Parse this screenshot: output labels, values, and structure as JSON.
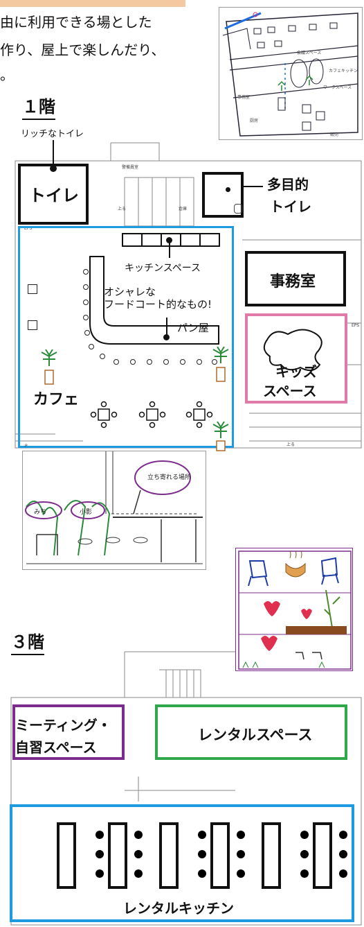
{
  "intro": {
    "line1": "由に利用できる場とした",
    "line2": "作り、屋上で楽しんだり、",
    "line3": "。"
  },
  "floor1": {
    "heading": "１階",
    "rich_toilet_label": "リッチなトイレ",
    "toilet_label": "トイレ",
    "multi_toilet_label_1": "多目的",
    "multi_toilet_label_2": "トイレ",
    "security_room": "警備員室",
    "up_arrow_1": "上る",
    "storage": "倉庫",
    "eps_left": "EPS",
    "eps_right": "EPS",
    "p_label": "P",
    "kitchen_space": "キッチンスペース",
    "food_court_1": "オシャレな",
    "food_court_2": "フードコート的なもの!",
    "bakery": "パン屋",
    "office": "事務室",
    "kids_1": "キッズ",
    "kids_2": "スペース",
    "cafe": "カフェ",
    "up_arrow_2": "上る"
  },
  "sketch_top": {
    "label_meeting": "会議スペース",
    "label_cafe": "カフェキッチン",
    "label_work": "ワークスペース",
    "label_office": "事務室",
    "label_kitchen": "厨房",
    "label_sample": "販売"
  },
  "sketch_street": {
    "bubble_stop": "立ち寄れる場所",
    "bubble_road": "みち",
    "bubble_light": "小影"
  },
  "floor3": {
    "heading": "３階",
    "meeting_1": "ミーティング・",
    "meeting_2": "自習スペース",
    "rental_space": "レンタルスペース",
    "rental_kitchen": "レンタルキッチン"
  },
  "colors": {
    "blue": "#1e9be0",
    "pink": "#e07aa8",
    "purple": "#7b2c8c",
    "green": "#2fa84a",
    "black": "#111111",
    "banner": "#f2c9a0"
  }
}
